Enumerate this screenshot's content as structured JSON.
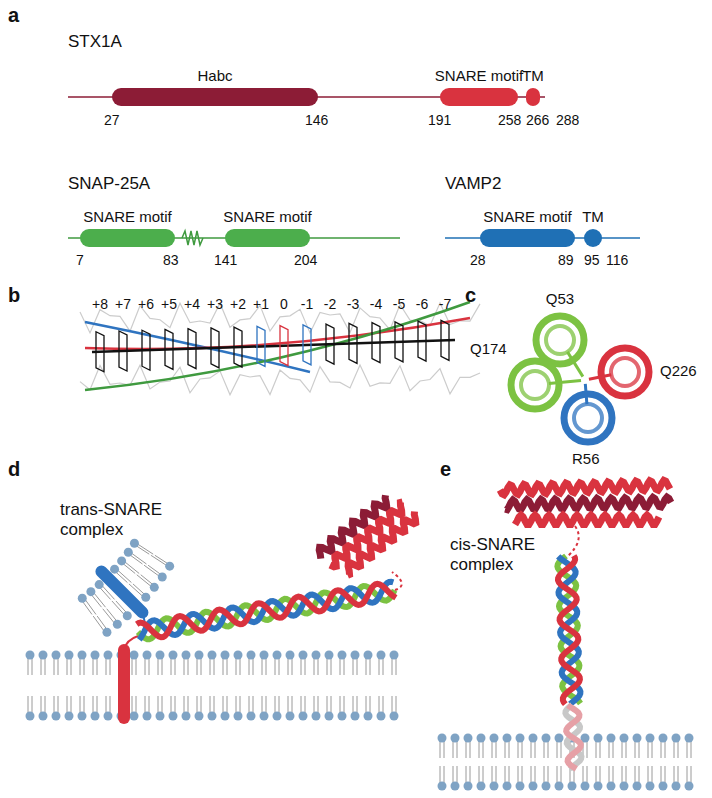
{
  "diagram": {
    "nodes": [
      {
        "text": [
          "Habc"
        ]
      },
      {
        "text": [
          "SNARE motif"
        ]
      },
      {
        "text": [
          "TM"
        ]
      },
      {
        "text": [
          "SNARE motif"
        ]
      },
      {
        "text": [
          "SNARE motif"
        ]
      },
      {
        "text": [
          "SNARE motif"
        ]
      },
      {
        "text": [
          "TM"
        ]
      }
    ],
    "labels": [
      "a",
      "STX1A",
      "27",
      "146",
      "191",
      "258",
      "266",
      "288",
      "SNAP-25A",
      "7",
      "83",
      "141",
      "204",
      "VAMP2",
      "28",
      "89",
      "95",
      "116",
      "b",
      "+8",
      "+7",
      "+6",
      "+5",
      "+4",
      "+3",
      "+2",
      "+1",
      "0",
      "-1",
      "-2",
      "-3",
      "-4",
      "-5",
      "-6",
      "-7",
      "c",
      "Q53",
      "Q174",
      "Q226",
      "R56",
      "d",
      "trans-SNARE complex",
      "e",
      "cis-SNARE complex"
    ]
  }
}
